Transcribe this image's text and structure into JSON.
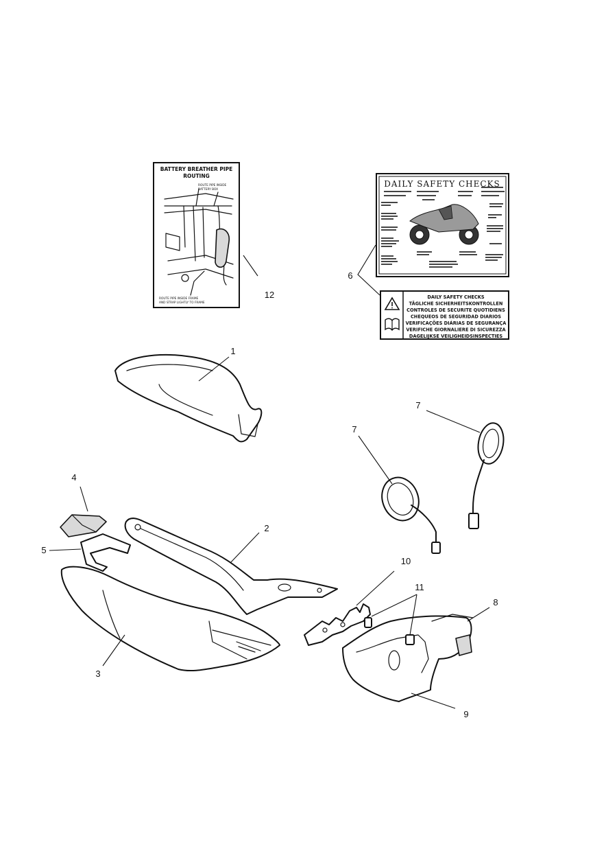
{
  "battery_label": {
    "title_line1": "BATTERY BREATHER PIPE",
    "title_line2": "ROUTING",
    "note_top_line1": "ROUTE PIPE INSIDE",
    "note_top_line2": "BATTERY BOX",
    "note_bottom_line1": "ROUTE PIPE INSIDE FRAME",
    "note_bottom_line2": "AND STRAP LIGHTLY TO FRAME"
  },
  "daily_checks_label": {
    "title": "DAILY SAFETY CHECKS"
  },
  "multilingual_label": {
    "lines": [
      "DAILY SAFETY CHECKS",
      "TÄGLICHE SICHERHEITSKONTROLLEN",
      "CONTROLES DE SECURITE QUOTIDIENS",
      "CHEQUEOS DE SEGURIDAD DIARIOS",
      "VERIFICAÇÕES DIÁRIAS DE SEGURANÇA",
      "VERIFICHE GIORNALIERE DI SICUREZZA",
      "DAGELIJKSE VEILIGHEIDSINSPECTIES"
    ],
    "warning_icon": "warning-triangle-icon",
    "book_icon": "open-book-icon"
  },
  "callouts": {
    "c1": "1",
    "c2": "2",
    "c3": "3",
    "c4": "4",
    "c5": "5",
    "c6": "6",
    "c7a": "7",
    "c7b": "7",
    "c8": "8",
    "c9": "9",
    "c10": "10",
    "c11": "11",
    "c12": "12"
  }
}
